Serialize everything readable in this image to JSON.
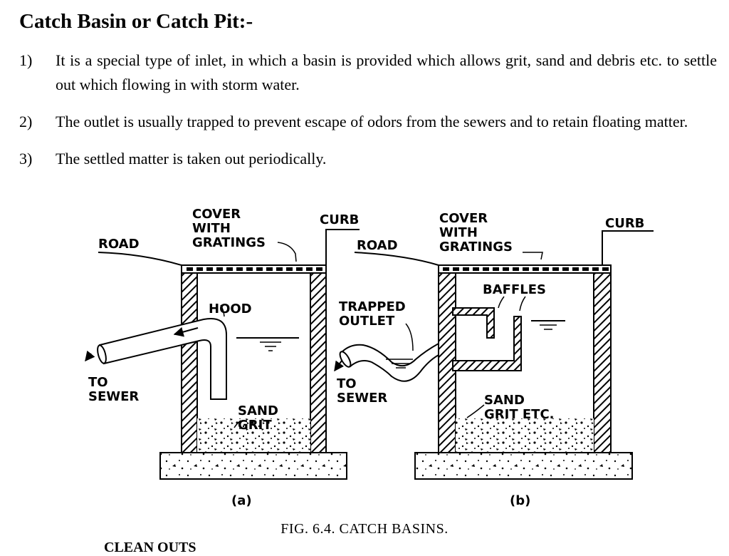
{
  "title": "Catch Basin or Catch Pit:-",
  "points": [
    {
      "num": "1)",
      "text": "It is a special type of inlet, in which a basin is provided which allows grit, sand and debris etc. to settle out  which flowing in with storm water."
    },
    {
      "num": "2)",
      "text": "The outlet is usually trapped to prevent escape of odors from the sewers and to retain floating matter."
    },
    {
      "num": "3)",
      "text": "The settled matter is taken out periodically."
    }
  ],
  "figure": {
    "a": {
      "cover_line1": "COVER",
      "cover_line2": "WITH",
      "cover_line3": "GRATINGS",
      "curb": "CURB",
      "road": "ROAD",
      "hood": "HOOD",
      "to_sewer_1": "TO",
      "to_sewer_2": "SEWER",
      "sand_1": "SAND",
      "sand_2": "GRIT",
      "sublabel": "(a)"
    },
    "b": {
      "cover_line1": "COVER",
      "cover_line2": "WITH",
      "cover_line3": "GRATINGS",
      "curb": "CURB",
      "road": "ROAD",
      "baffles": "BAFFLES",
      "trapped_1": "TRAPPED",
      "trapped_2": "OUTLET",
      "to_sewer_1": "TO",
      "to_sewer_2": "SEWER",
      "sand_1": "SAND",
      "sand_2": "GRIT ETC.",
      "sublabel": "(b)"
    },
    "caption": "FIG.  6.4.  CATCH  BASINS."
  },
  "cutoff_text": "CLEAN OUTS"
}
